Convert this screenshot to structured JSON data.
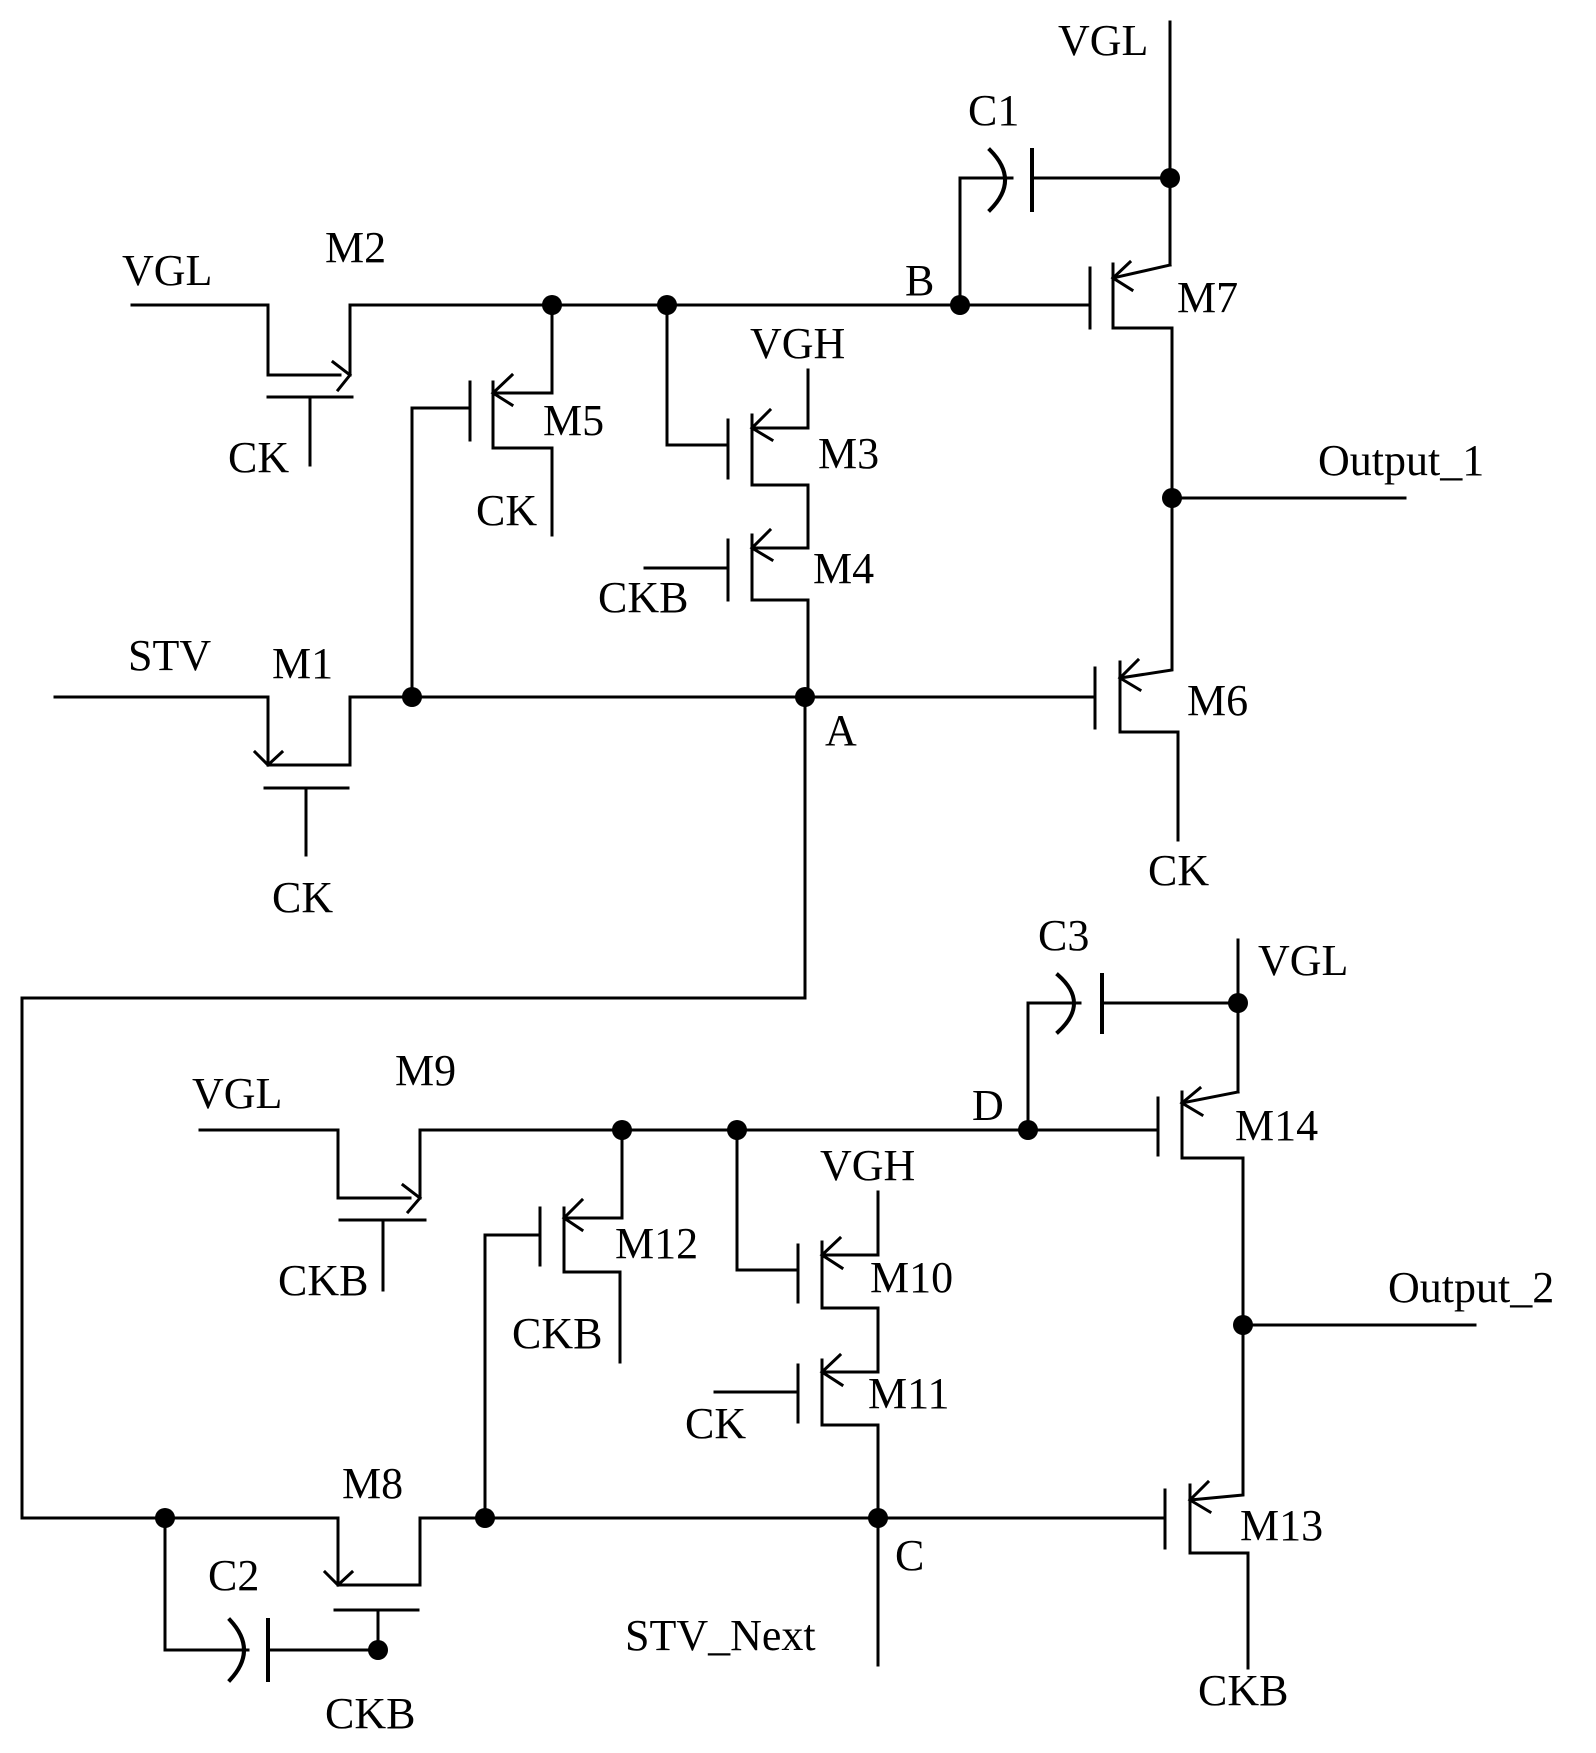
{
  "labels": {
    "vgl_top": "VGL",
    "c1": "C1",
    "vgl_m2": "VGL",
    "m2": "M2",
    "node_b": "B",
    "m7": "M7",
    "vgh_m3": "VGH",
    "m5": "M5",
    "m3": "M3",
    "ck_m2": "CK",
    "ck_m5": "CK",
    "output_1": "Output_1",
    "m4": "M4",
    "ckb_m4": "CKB",
    "stv": "STV",
    "m1": "M1",
    "m6": "M6",
    "node_a": "A",
    "ck_m1": "CK",
    "ck_m6": "CK",
    "c3": "C3",
    "vgl_right": "VGL",
    "vgl_m9": "VGL",
    "m9": "M9",
    "node_d": "D",
    "m14": "M14",
    "vgh_m10": "VGH",
    "m12": "M12",
    "m10": "M10",
    "ckb_m9": "CKB",
    "output_2": "Output_2",
    "ckb_m12": "CKB",
    "m11": "M11",
    "ck_m11": "CK",
    "m8": "M8",
    "m13": "M13",
    "c2": "C2",
    "node_c": "C",
    "stv_next": "STV_Next",
    "ckb_m8": "CKB",
    "ckb_m13": "CKB"
  }
}
